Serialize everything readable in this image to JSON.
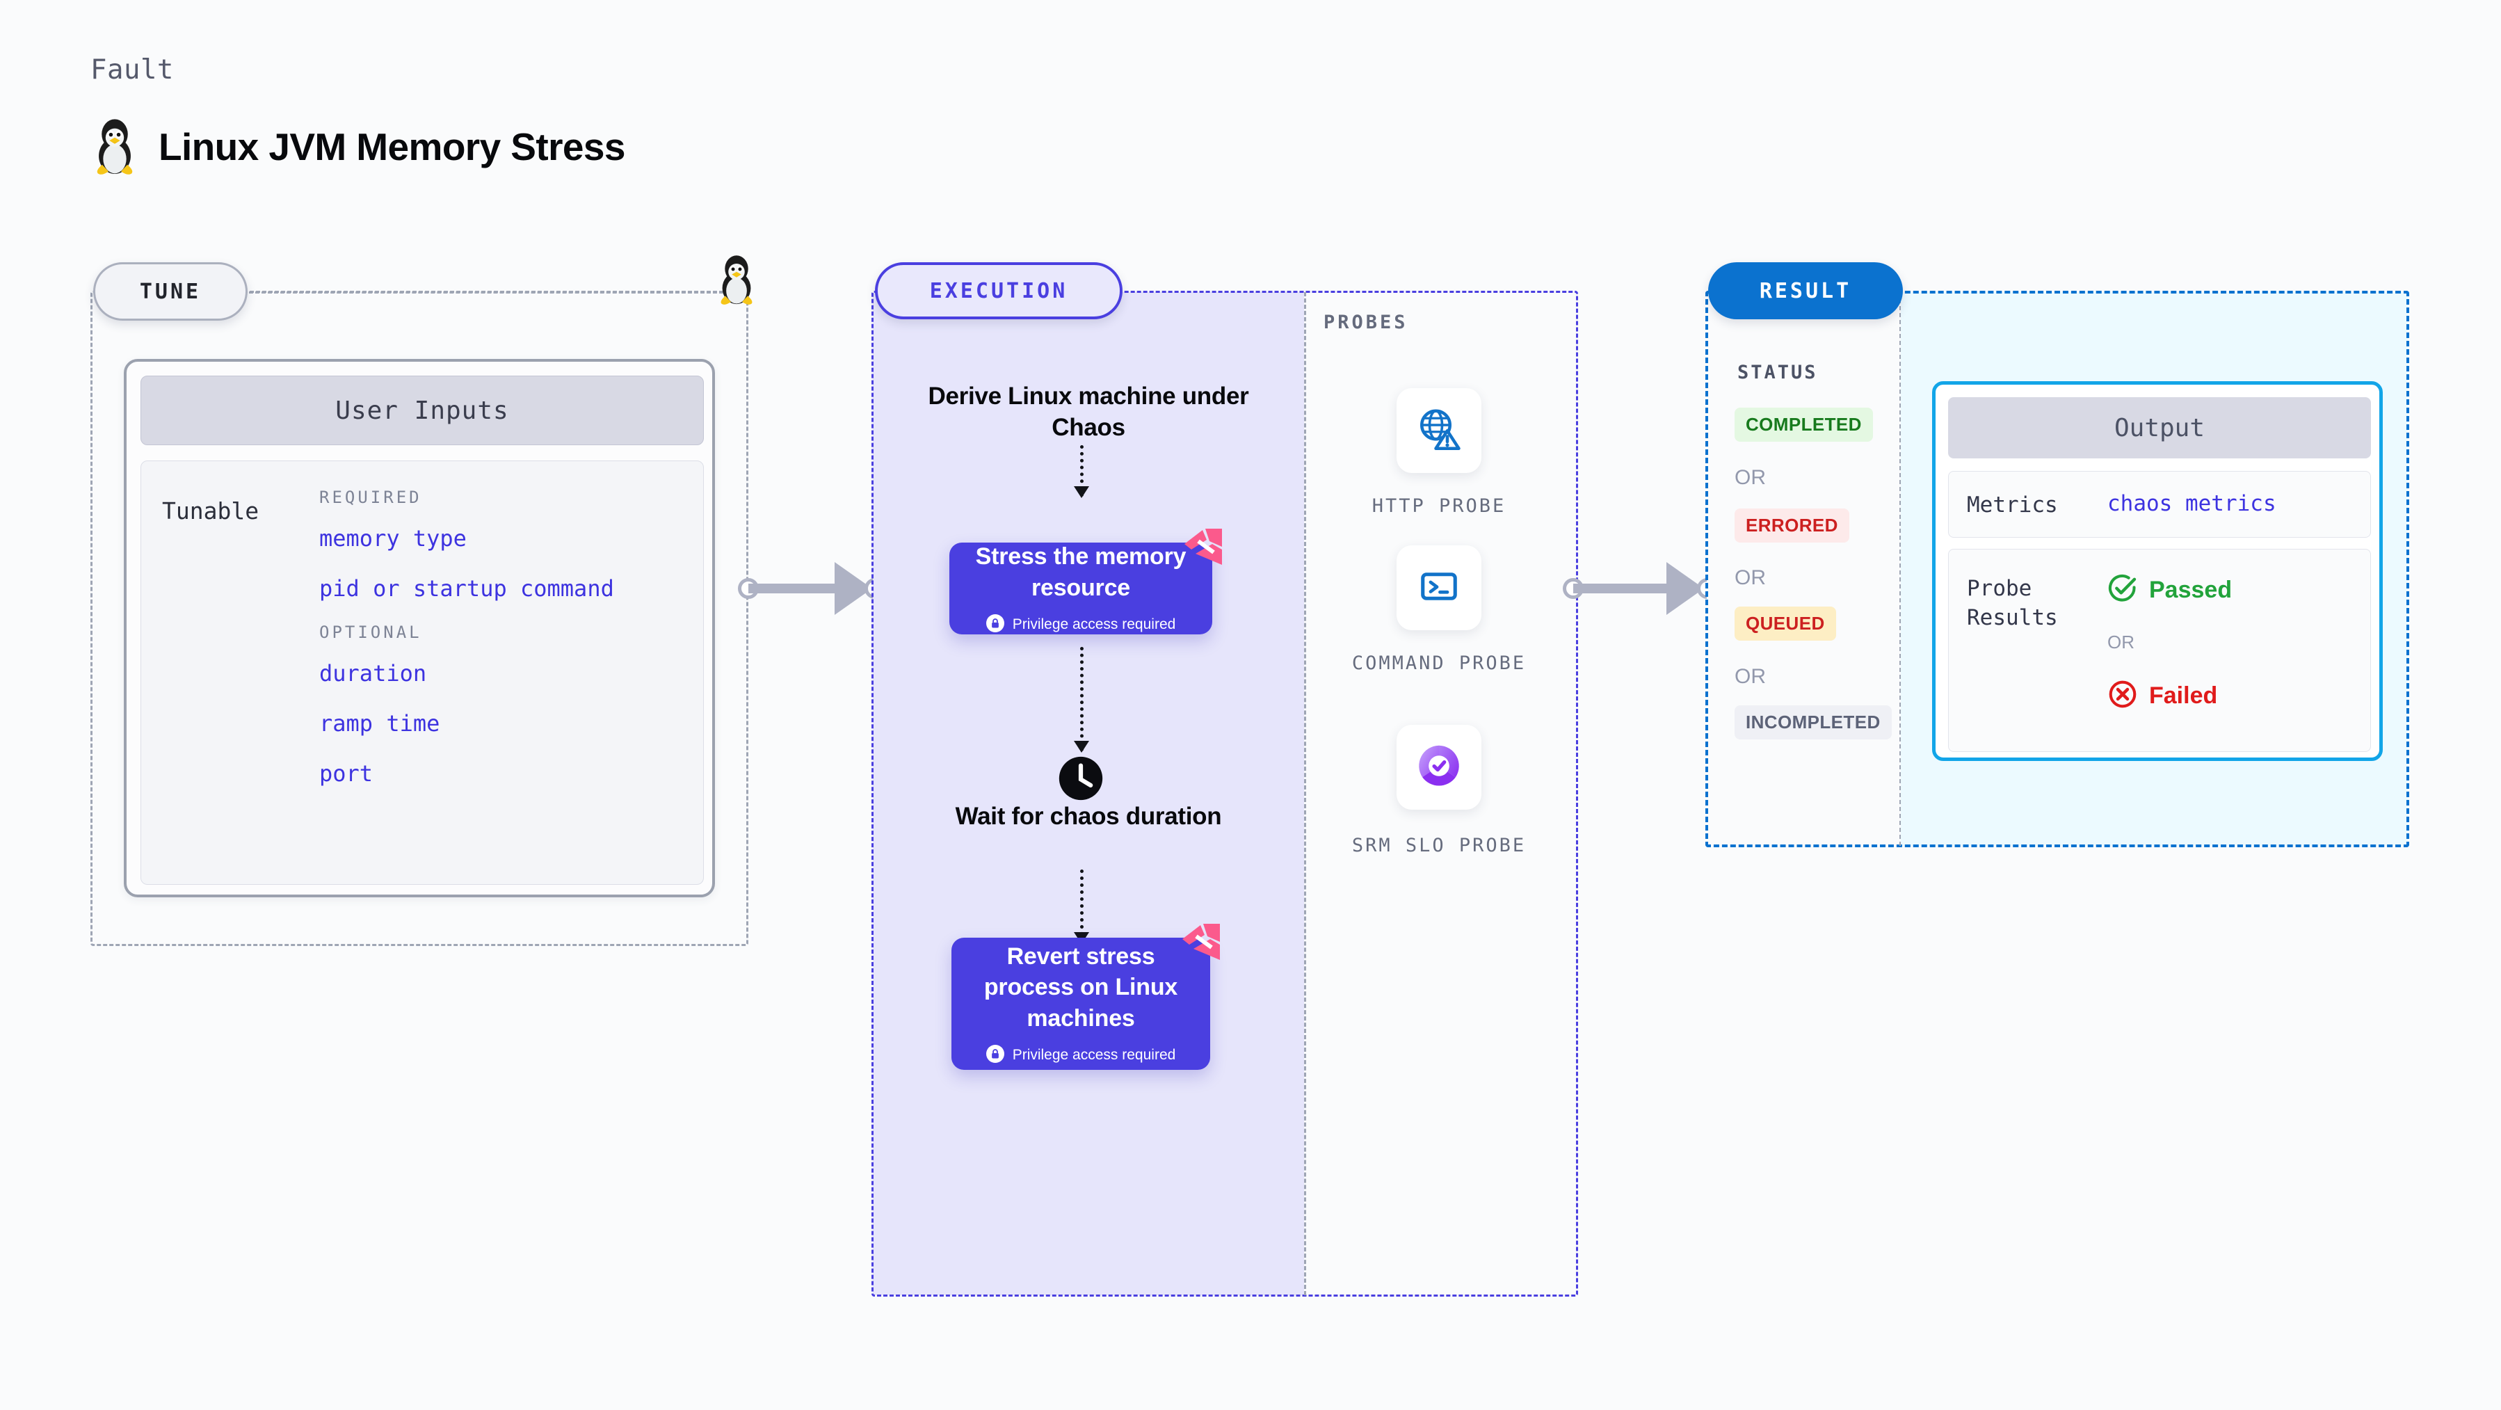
{
  "header": {
    "kicker": "Fault",
    "title": "Linux JVM Memory Stress",
    "icon": "linux-tux-penguin-icon"
  },
  "tune": {
    "badge": "TUNE",
    "corner_icon": "linux-tux-penguin-icon",
    "card": {
      "header": "User Inputs",
      "row_label": "Tunable",
      "required_label": "REQUIRED",
      "required_items": [
        "memory type",
        "pid or startup command"
      ],
      "optional_label": "OPTIONAL",
      "optional_items": [
        "duration",
        "ramp time",
        "port"
      ]
    }
  },
  "execution": {
    "badge": "EXECUTION",
    "steps": [
      {
        "kind": "text",
        "title": "Derive Linux machine under Chaos"
      },
      {
        "kind": "card",
        "title": "Stress the memory resource",
        "note": "Privilege access required",
        "note_icon": "lock-icon",
        "ribbon_icon": "harness-ribbon-icon"
      },
      {
        "kind": "wait",
        "title": "Wait for chaos duration",
        "icon": "clock-icon"
      },
      {
        "kind": "card",
        "title": "Revert stress process on Linux machines",
        "note": "Privilege access required",
        "note_icon": "lock-icon",
        "ribbon_icon": "harness-ribbon-icon"
      }
    ]
  },
  "probes": {
    "label": "PROBES",
    "items": [
      {
        "caption": "HTTP PROBE",
        "icon": "globe-warning-icon"
      },
      {
        "caption": "COMMAND PROBE",
        "icon": "terminal-prompt-icon"
      },
      {
        "caption": "SRM SLO PROBE",
        "icon": "slo-donut-check-icon"
      }
    ]
  },
  "result": {
    "badge": "RESULT",
    "status_label": "STATUS",
    "or_label": "OR",
    "statuses": [
      {
        "label": "COMPLETED",
        "fg": "#177a1d",
        "bg": "#e4f8e2"
      },
      {
        "label": "ERRORED",
        "fg": "#cc2020",
        "bg": "#fdeaea"
      },
      {
        "label": "QUEUED",
        "fg": "#cc2020",
        "bg": "#fdeec4"
      },
      {
        "label": "INCOMPLETED",
        "fg": "#5c6277",
        "bg": "#eff0f5"
      }
    ],
    "output": {
      "header": "Output",
      "metrics_key": "Metrics",
      "metrics_value": "chaos metrics",
      "probe_key": "Probe Results",
      "passed": "Passed",
      "passed_icon": "check-circle-icon",
      "failed": "Failed",
      "failed_icon": "x-circle-icon",
      "or_label": "OR"
    }
  },
  "connectors": [
    {
      "name": "tune-to-execution-arrow"
    },
    {
      "name": "probes-to-result-arrow"
    }
  ],
  "colors": {
    "accent_purple": "#4a3fe0",
    "accent_blue": "#0b72cf",
    "output_border": "#12a5e8",
    "ribbon_pink": "#fb5a8c",
    "tunable_link": "#3d33e0",
    "passed_green": "#22a33b",
    "failed_red": "#e01b1b"
  }
}
